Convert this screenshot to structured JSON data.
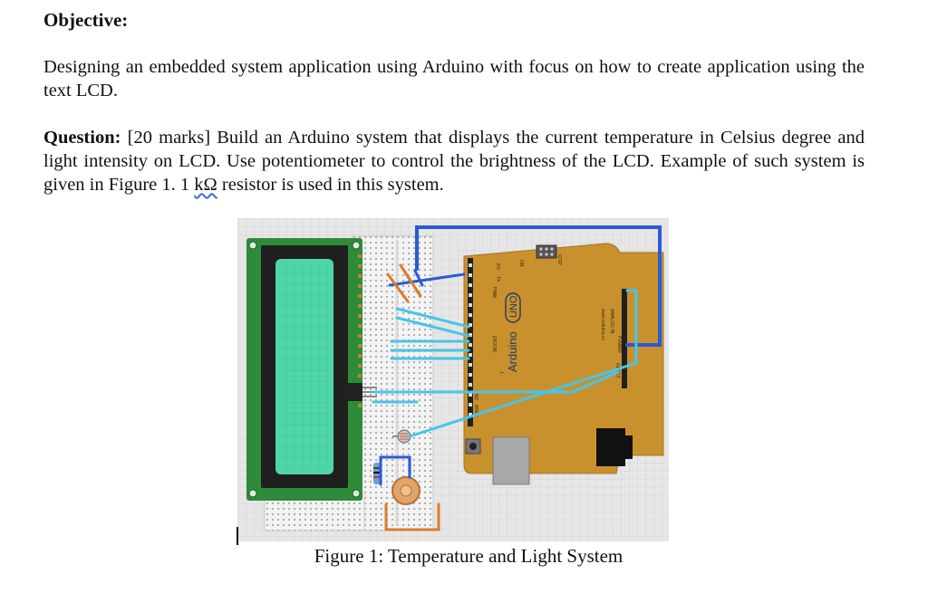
{
  "doc": {
    "objective_heading": "Objective:",
    "objective_text": "Designing an embedded system application using Arduino with focus on how to create application using the text LCD.",
    "question_label": "Question:",
    "question_text_pre": " [20 marks] Build an Arduino system that displays the current temperature in Celsius degree and light intensity on LCD. Use potentiometer to control the brightness of the LCD. Example of such system is given in Figure 1. 1 ",
    "question_unit": "kΩ",
    "question_text_post": " resistor is used in this system.",
    "figure_caption": "Figure 1: Temperature and Light System"
  },
  "figure": {
    "board_brand": "Arduino",
    "board_model": "UNO",
    "labels": {
      "digital": "DIGITAL",
      "analog": "ANALOG IN",
      "power": "POWER",
      "tx": "TX",
      "rx": "RX",
      "gnd": "GND",
      "aref": "AREF",
      "on": "ON",
      "icsp": "ICSP",
      "reset": "RESET",
      "site": "www.arduino.cc",
      "pwm": "PWM",
      "l": "L"
    }
  },
  "colors": {
    "grid_bg": "#e6e6e6",
    "board": "#c8912e",
    "lcd_screen": "#4fd6a8",
    "lcd_frame": "#1f1f1f",
    "pcb_green": "#2e8b3a",
    "wire_blue": "#2a5bd6",
    "wire_cyan": "#49c4e8",
    "wire_orange": "#e07a2a"
  }
}
